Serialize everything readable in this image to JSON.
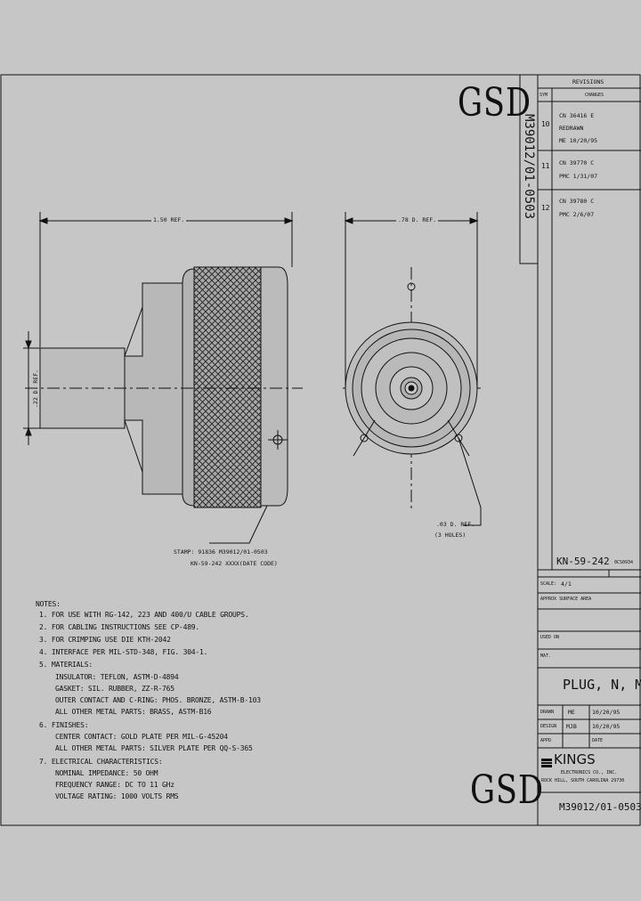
{
  "watermark": "GSD",
  "drawing_number": "M39012/01-0503",
  "revisions": {
    "title": "REVISIONS",
    "col_sym": "SYM",
    "col_changes": "CHANGES",
    "rows": [
      {
        "sym": "10",
        "lines": [
          "CN 36416 E",
          "REDRAWN",
          "ME 10/20/95"
        ]
      },
      {
        "sym": "11",
        "lines": [
          "CN 39770 C",
          "PMC 1/31/07"
        ]
      },
      {
        "sym": "12",
        "lines": [
          "CN 39780 C",
          "PMC 2/6/07"
        ]
      }
    ]
  },
  "dims": {
    "length": "1.50 REF.",
    "dia_front": ".78 D. REF.",
    "dia_cable": ".22 D. REF.",
    "holes_line1": ".03 D. REF.",
    "holes_line2": "(3 HOLES)"
  },
  "stamp": {
    "line1": "STAMP: 91836 M39012/01-0503",
    "line2": "KN-59-242 XXXX(DATE CODE)"
  },
  "notes": [
    "NOTES:",
    "1. FOR USE WITH RG-142, 223 AND 400/U CABLE GROUPS.",
    "2. FOR CABLING INSTRUCTIONS SEE CP-489.",
    "3. FOR CRIMPING USE DIE KTH-2042",
    "4. INTERFACE PER MIL-STD-348, FIG. 304-1.",
    "5. MATERIALS:",
    "INSULATOR: TEFLON, ASTM-D-4894",
    "GASKET: SIL. RUBBER, ZZ-R-765",
    "OUTER CONTACT AND C-RING: PHOS. BRONZE, ASTM-B-103",
    "ALL OTHER METAL PARTS: BRASS, ASTM-B16",
    "6. FINISHES:",
    "CENTER CONTACT: GOLD PLATE PER MIL-G-45204",
    "ALL OTHER METAL PARTS: SILVER PLATE PER QQ-S-365",
    "7. ELECTRICAL CHARACTERISTICS:",
    "NOMINAL IMPEDANCE: 50 OHM",
    "FREQUENCY RANGE: DC TO 11 GHz",
    "VOLTAGE RATING: 1000 VOLTS RMS"
  ],
  "title_block": {
    "part_no": "KN-59-242",
    "code": "0CS0934",
    "scale_label": "SCALE:",
    "scale_value": "4/1",
    "approx_label": "APPROX SURFACE AREA",
    "used_on_label": "USED ON",
    "mat_label": "MAT.",
    "title": "PLUG, N, M",
    "drawn_label": "DRAWN",
    "drawn_by": "ME",
    "drawn_date": "10/20/95",
    "design_label": "DESIGN",
    "design_by": "MJB",
    "design_date": "10/20/95",
    "appd_label": "APPD",
    "date_label": "DATE",
    "company_name": "KINGS",
    "company_line1": "ELECTRONICS CO., INC.",
    "company_line2": "ROCK HILL, SOUTH CAROLINA 29730",
    "dwg_number": "M39012/01-0503"
  }
}
